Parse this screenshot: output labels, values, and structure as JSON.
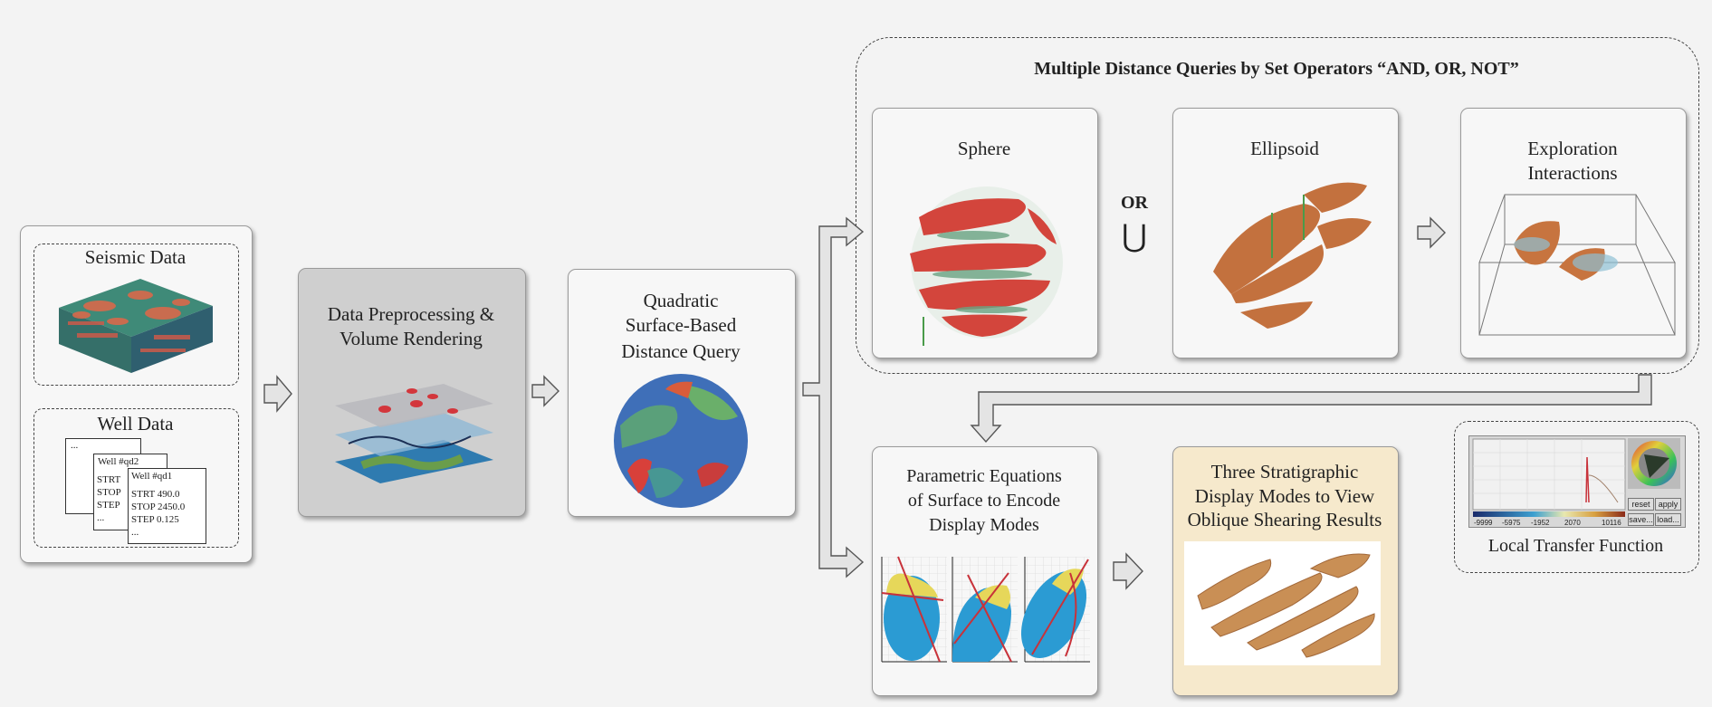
{
  "seismic": {
    "title": "Seismic Data"
  },
  "well": {
    "title": "Well Data",
    "doc_back": "...",
    "doc_mid_title": "Well #qd2",
    "doc_mid_lines": [
      "STRT",
      "STOP",
      "STEP",
      "..."
    ],
    "doc_front_title": "Well #qd1",
    "doc_front_lines": [
      "STRT 490.0",
      "STOP 2450.0",
      "STEP 0.125",
      "..."
    ]
  },
  "preprocess": {
    "line1": "Data Preprocessing &",
    "line2": "Volume Rendering"
  },
  "quadric": {
    "line1": "Quadratic",
    "line2": "Surface-Based",
    "line3": "Distance Query"
  },
  "multi": {
    "title": "Multiple Distance Queries by Set Operators “AND, OR, NOT”",
    "sphere": "Sphere",
    "or_label": "OR",
    "union_symbol": "⋃",
    "ellipsoid": "Ellipsoid",
    "explore_line1": "Exploration",
    "explore_line2": "Interactions"
  },
  "parametric": {
    "line1": "Parametric Equations",
    "line2": "of Surface to Encode",
    "line3": "Display Modes"
  },
  "strat": {
    "line1": "Three Stratigraphic",
    "line2": "Display Modes to View",
    "line3": "Oblique Shearing Results"
  },
  "ltf": {
    "title": "Local Transfer Function",
    "ticks": [
      "-9999",
      "-5975",
      "-1952",
      "2070",
      "10116"
    ],
    "buttons": [
      "reset",
      "apply",
      "save...",
      "load..."
    ]
  },
  "colors": {
    "arrow_fill": "#e4e4e4",
    "arrow_stroke": "#555555",
    "volume_red": "#d04a3a",
    "volume_orange": "#c7743f",
    "ellipse_blue": "#2b9bd3",
    "ellipse_yellow": "#e6d75a",
    "cut_red": "#c8323a"
  }
}
